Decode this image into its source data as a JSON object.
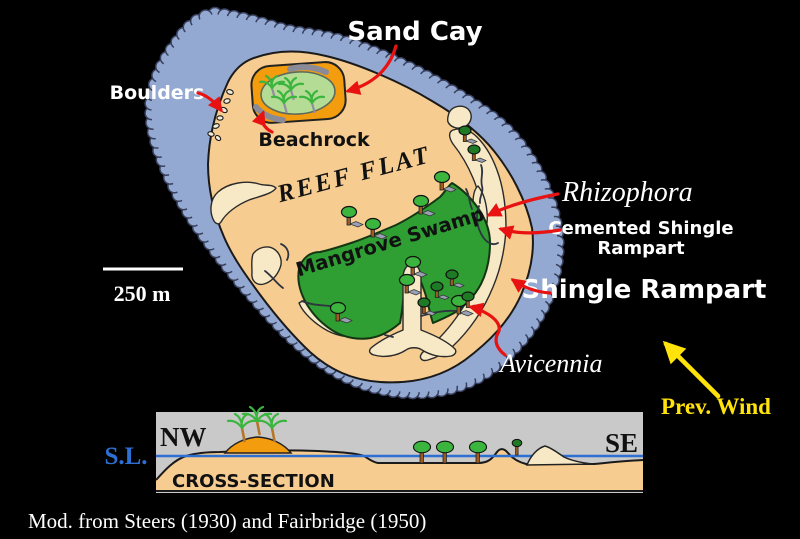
{
  "map": {
    "labels": {
      "sand_cay": "Sand Cay",
      "boulders": "Boulders",
      "beachrock": "Beachrock",
      "reef_flat": "REEF FLAT",
      "mangrove_swamp": "Mangrove Swamp",
      "rhizophora": "Rhizophora",
      "cemented_shingle_line1": "Cemented Shingle",
      "cemented_shingle_line2": "Rampart",
      "shingle_rampart": "Shingle Rampart",
      "avicennia": "Avicennia",
      "prev_wind": "Prev. Wind"
    },
    "scale_bar": {
      "label": "250 m"
    },
    "icons": {
      "wind_arrow": "arrow-pointing-northwest",
      "mangrove_tree": "round-canopy-tree",
      "palm_tree": "palm-tree",
      "boulder": "small-oval-boulder"
    }
  },
  "cross_section": {
    "nw": "NW",
    "se": "SE",
    "sea_level": "S.L.",
    "title": "CROSS-SECTION"
  },
  "attribution": "Mod. from Steers (1930) and Fairbridge (1950)",
  "colors": {
    "background": "#000000",
    "reef_rim_blue": "#93a9d1",
    "rim_outline": "#39405e",
    "sand": "#f6cc90",
    "sand_outline": "#1a1a1a",
    "cream_patch": "#f7e9c6",
    "swamp_green": "#2f9e33",
    "cay_ring_orange": "#f39c0e",
    "cay_interior_green": "#b5dc95",
    "beachrock_gray": "#8b8b98",
    "tree_green": "#3cb53f",
    "tree_dark_green": "#1e7a24",
    "trunk_brown": "#a05c20",
    "arrow_red": "#e81212",
    "wind_yellow": "#ffe30a",
    "sea_level_blue": "#2d6fd2",
    "cross_section_gray": "#c9c9c9",
    "label_white": "#ffffff",
    "label_black": "#111111"
  }
}
